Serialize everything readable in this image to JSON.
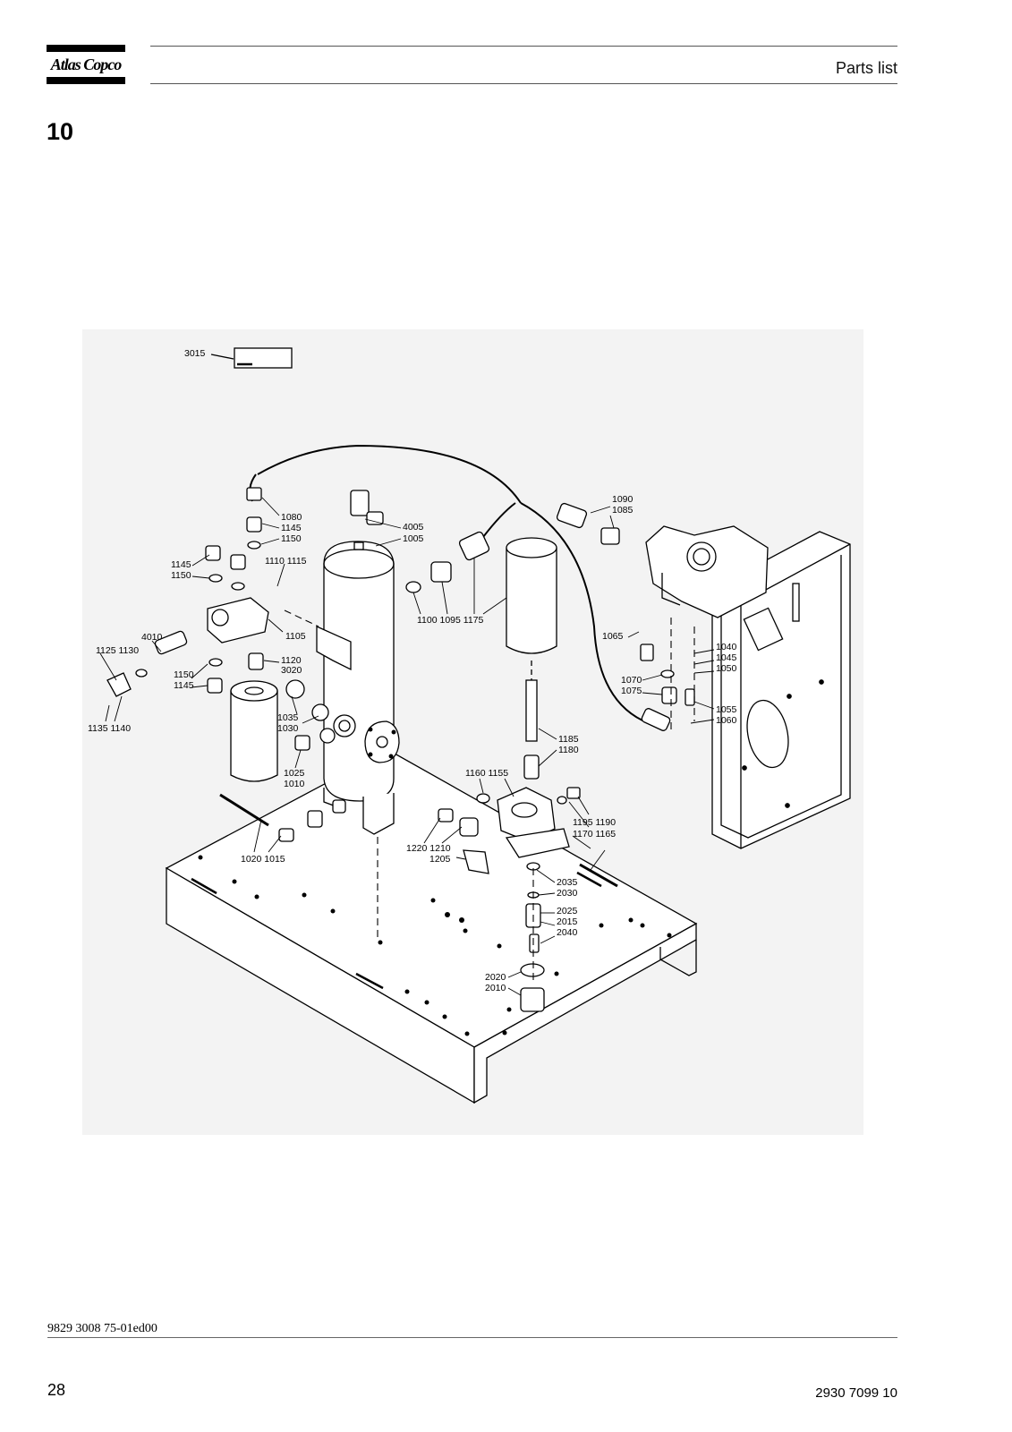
{
  "header": {
    "brand": "Atlas Copco",
    "title": "Parts list"
  },
  "section_number": "10",
  "callouts": [
    {
      "id": "c3015",
      "text": "3015"
    },
    {
      "id": "c1080",
      "text": "1080"
    },
    {
      "id": "c1145a",
      "text": "1145"
    },
    {
      "id": "c1150a",
      "text": "1150"
    },
    {
      "id": "c1145b",
      "text": "1145"
    },
    {
      "id": "c1150b",
      "text": "1150"
    },
    {
      "id": "c1110",
      "text": "1110 1115"
    },
    {
      "id": "c4005",
      "text": "4005"
    },
    {
      "id": "c1005",
      "text": "1005"
    },
    {
      "id": "c1090",
      "text": "1090"
    },
    {
      "id": "c1085",
      "text": "1085"
    },
    {
      "id": "c1100",
      "text": "1100 1095 1175"
    },
    {
      "id": "c4010",
      "text": "4010"
    },
    {
      "id": "c1125",
      "text": "1125 1130"
    },
    {
      "id": "c1105",
      "text": "1105"
    },
    {
      "id": "c1120",
      "text": "1120"
    },
    {
      "id": "c3020",
      "text": "3020"
    },
    {
      "id": "c1150c",
      "text": "1150"
    },
    {
      "id": "c1145c",
      "text": "1145"
    },
    {
      "id": "c1065",
      "text": "1065"
    },
    {
      "id": "c1040",
      "text": "1040"
    },
    {
      "id": "c1045",
      "text": "1045"
    },
    {
      "id": "c1050",
      "text": "1050"
    },
    {
      "id": "c1070",
      "text": "1070"
    },
    {
      "id": "c1075",
      "text": "1075"
    },
    {
      "id": "c1135",
      "text": "1135 1140"
    },
    {
      "id": "c1035",
      "text": "1035"
    },
    {
      "id": "c1030",
      "text": "1030"
    },
    {
      "id": "c1055",
      "text": "1055"
    },
    {
      "id": "c1060",
      "text": "1060"
    },
    {
      "id": "c1185",
      "text": "1185"
    },
    {
      "id": "c1180",
      "text": "1180"
    },
    {
      "id": "c1025",
      "text": "1025"
    },
    {
      "id": "c1010",
      "text": "1010"
    },
    {
      "id": "c1160",
      "text": "1160 1155"
    },
    {
      "id": "c1195",
      "text": "1195 1190"
    },
    {
      "id": "c1170",
      "text": "1170 1165"
    },
    {
      "id": "c1220",
      "text": "1220 1210"
    },
    {
      "id": "c1205",
      "text": "1205"
    },
    {
      "id": "c1020",
      "text": "1020 1015"
    },
    {
      "id": "c2035",
      "text": "2035"
    },
    {
      "id": "c2030",
      "text": "2030"
    },
    {
      "id": "c2025",
      "text": "2025"
    },
    {
      "id": "c2015",
      "text": "2015"
    },
    {
      "id": "c2040",
      "text": "2040"
    },
    {
      "id": "c2020",
      "text": "2020"
    },
    {
      "id": "c2010",
      "text": "2010"
    }
  ],
  "footer": {
    "doc_code": "9829 3008 75-01ed00",
    "page_number": "28",
    "part_number": "2930 7099 10"
  }
}
